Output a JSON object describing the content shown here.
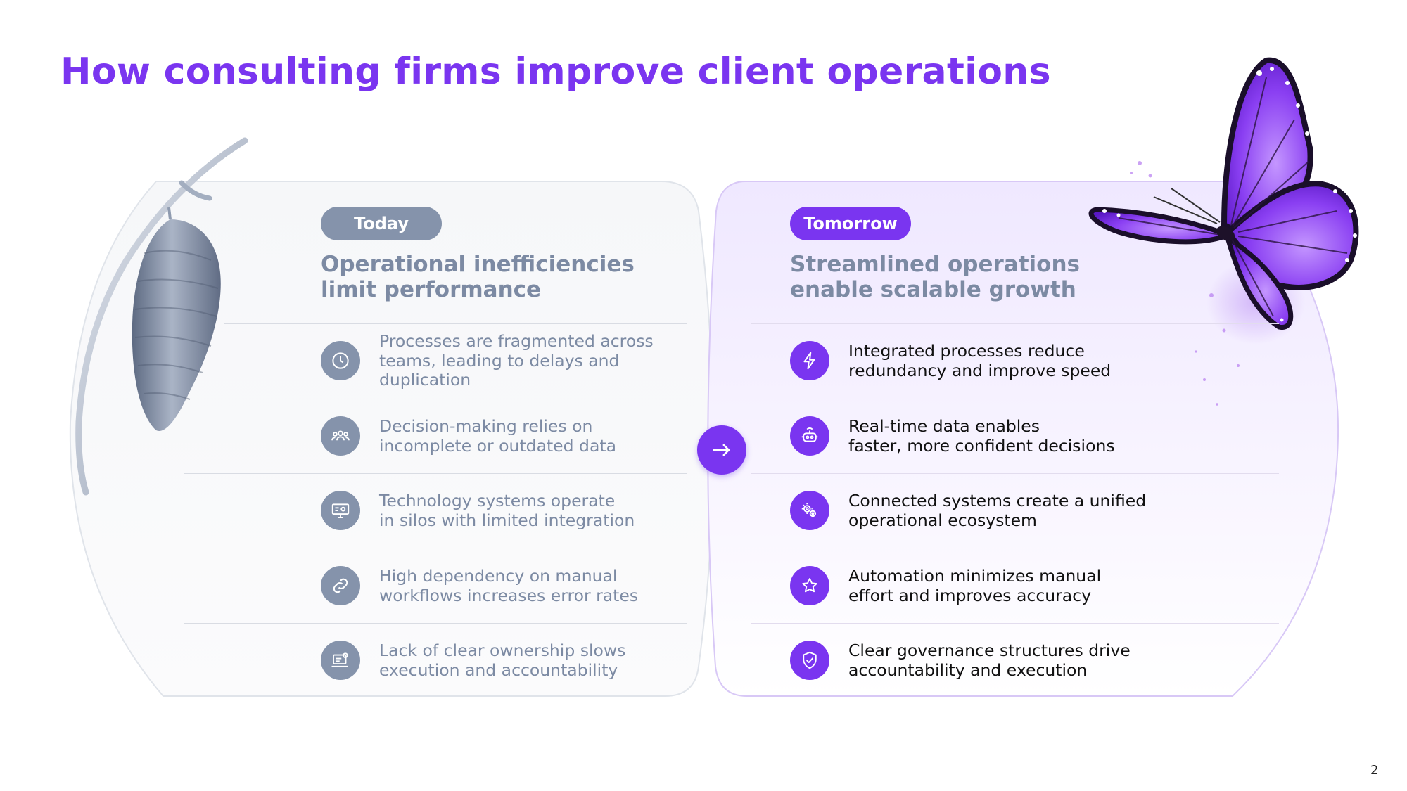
{
  "title": "How consulting firms improve client operations",
  "colors": {
    "accent": "#7a35f0",
    "slate": "#8593ab",
    "left_text": "#7c8aa3",
    "right_text": "#111111"
  },
  "today": {
    "label": "Today",
    "heading": [
      "Operational inefficiencies",
      "limit performance"
    ],
    "items": [
      {
        "icon": "clock-icon",
        "lines": [
          "Processes are fragmented across",
          "teams, leading to delays and",
          "duplication"
        ]
      },
      {
        "icon": "people-group-icon",
        "lines": [
          "Decision-making relies on",
          "incomplete or outdated data"
        ]
      },
      {
        "icon": "computer-settings-icon",
        "lines": [
          "Technology systems operate",
          "in silos with limited integration"
        ]
      },
      {
        "icon": "link-icon",
        "lines": [
          "High dependency on manual",
          "workflows increases error rates"
        ]
      },
      {
        "icon": "laptop-gear-icon",
        "lines": [
          "Lack of clear ownership slows",
          "execution and accountability"
        ]
      }
    ]
  },
  "tomorrow": {
    "label": "Tomorrow",
    "heading": [
      "Streamlined operations",
      "enable scalable growth"
    ],
    "items": [
      {
        "icon": "lightning-bolt-icon",
        "lines": [
          "Integrated processes reduce",
          "redundancy and improve speed"
        ]
      },
      {
        "icon": "robot-icon",
        "lines": [
          "Real-time data enables",
          "faster, more confident decisions"
        ]
      },
      {
        "icon": "gears-icon",
        "lines": [
          "Connected systems create a unified",
          "operational ecosystem"
        ]
      },
      {
        "icon": "star-icon",
        "lines": [
          "Automation minimizes manual",
          "effort and improves accuracy"
        ]
      },
      {
        "icon": "shield-check-icon",
        "lines": [
          "Clear governance structures drive",
          "accountability and execution"
        ]
      }
    ]
  },
  "transition_icon": "arrow-right-icon",
  "decorations": {
    "left_image": "chrysalis-image",
    "right_image": "butterfly-image"
  },
  "page_number": "2"
}
